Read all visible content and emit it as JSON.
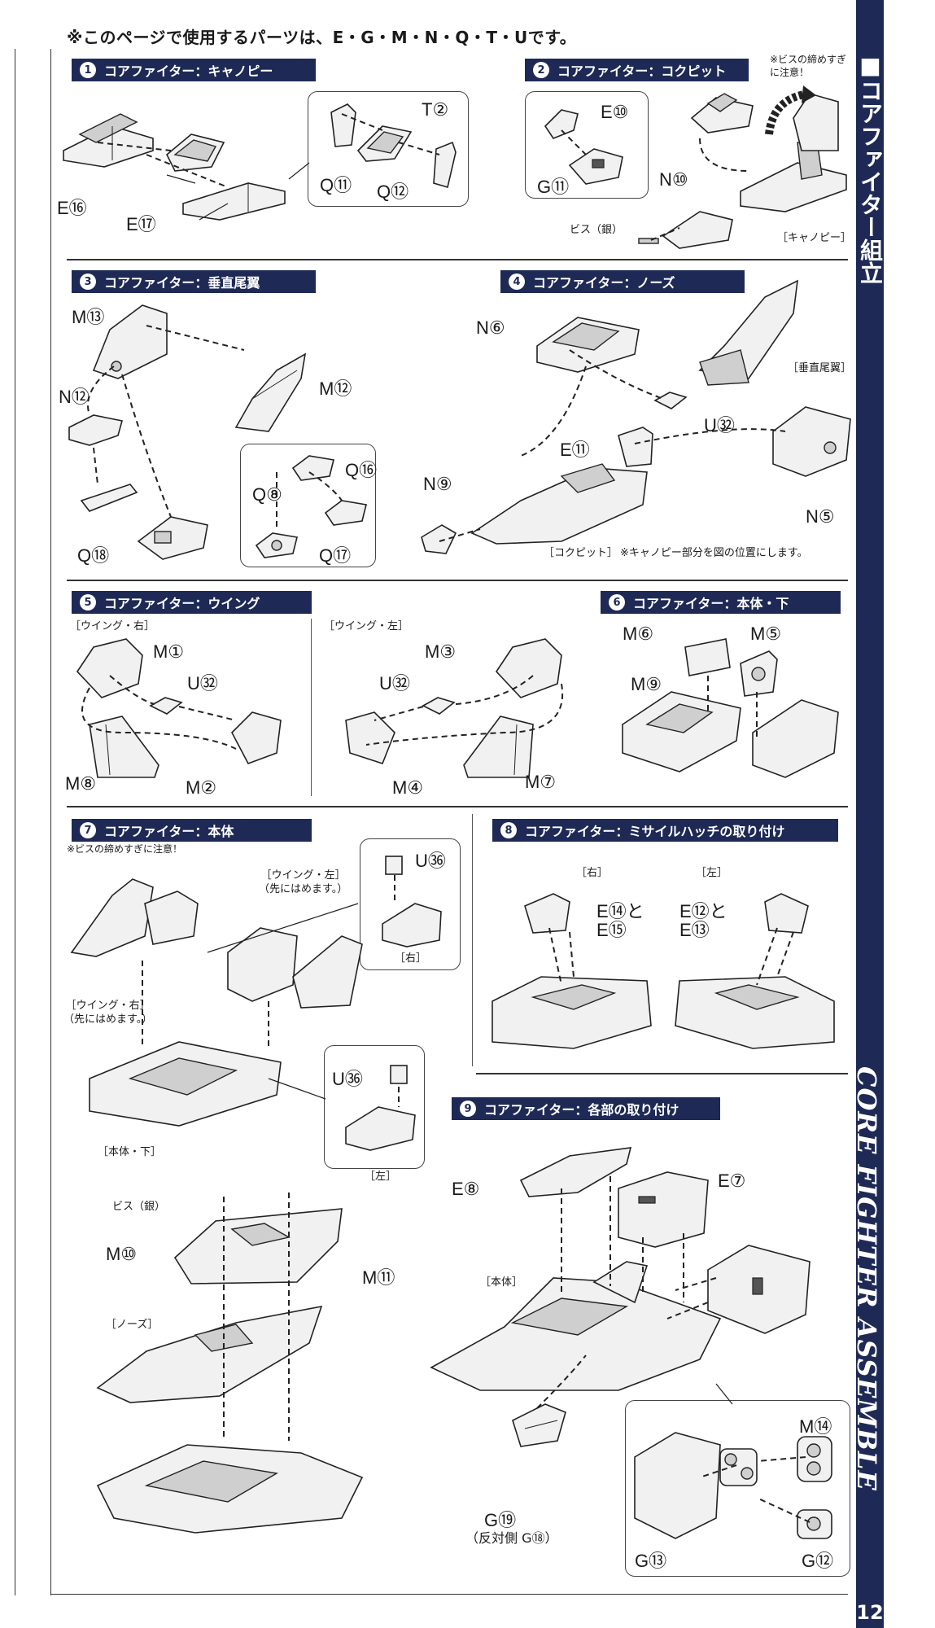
{
  "header": {
    "note": "※このページで使用するパーツは、E・G・M・N・Q・T・Uです。"
  },
  "sidebar": {
    "title": "■コアファイター組立",
    "english": "CORE FIGHTER ASSEMBLE",
    "page": "12"
  },
  "steps": [
    {
      "num": "1",
      "title": "コアファイター：キャノピー"
    },
    {
      "num": "2",
      "title": "コアファイター：コクピット"
    },
    {
      "num": "3",
      "title": "コアファイター：垂直尾翼"
    },
    {
      "num": "4",
      "title": "コアファイター：ノーズ"
    },
    {
      "num": "5",
      "title": "コアファイター：ウイング"
    },
    {
      "num": "6",
      "title": "コアファイター：本体・下"
    },
    {
      "num": "7",
      "title": "コアファイター：本体"
    },
    {
      "num": "8",
      "title": "コアファイター：ミサイルハッチの取り付け"
    },
    {
      "num": "9",
      "title": "コアファイター：各部の取り付け"
    }
  ],
  "notes": {
    "screw_warning": "※ビスの締めすぎ\nに注意！",
    "screw_warning_inline": "※ビスの締めすぎに注意！",
    "screw_silver": "ビス（銀）",
    "canopy_tag": "［キャノピー］",
    "tail_tag": "［垂直尾翼］",
    "cockpit_tag": "［コクピット］",
    "canopy_position": "※キャノピー部分を図の位置にします。",
    "wing_right": "［ウイング・右］",
    "wing_left": "［ウイング・左］",
    "wing_left_first": "［ウイング・左］\n（先にはめます。）",
    "wing_right_first": "［ウイング・右］\n（先にはめます。）",
    "right": "［右］",
    "left": "［左］",
    "body_lower": "［本体・下］",
    "nose": "［ノーズ］",
    "body": "［本体］",
    "opposite": "（反対側 G⑱）"
  },
  "labels": {
    "s1": [
      "E⑯",
      "E⑰",
      "T②",
      "Q⑪",
      "Q⑫"
    ],
    "s2": [
      "E⑩",
      "G⑪",
      "N⑩"
    ],
    "s3": [
      "M⑬",
      "M⑫",
      "N⑫",
      "Q⑯",
      "Q⑧",
      "Q⑰",
      "Q⑱"
    ],
    "s4": [
      "N⑥",
      "U㉜",
      "E⑪",
      "N⑨",
      "N⑤"
    ],
    "s5": [
      "M①",
      "U㉜",
      "M⑧",
      "M②",
      "M③",
      "U㉜",
      "M④",
      "M⑦"
    ],
    "s6": [
      "M⑥",
      "M⑤",
      "M⑨"
    ],
    "s7": [
      "U㊱",
      "U㊱",
      "M⑩",
      "M⑪"
    ],
    "s8": [
      "E⑭と\nE⑮",
      "E⑫と\nE⑬"
    ],
    "s9": [
      "E⑧",
      "E⑦",
      "G⑲",
      "M⑭",
      "G⑬",
      "G⑫"
    ]
  }
}
